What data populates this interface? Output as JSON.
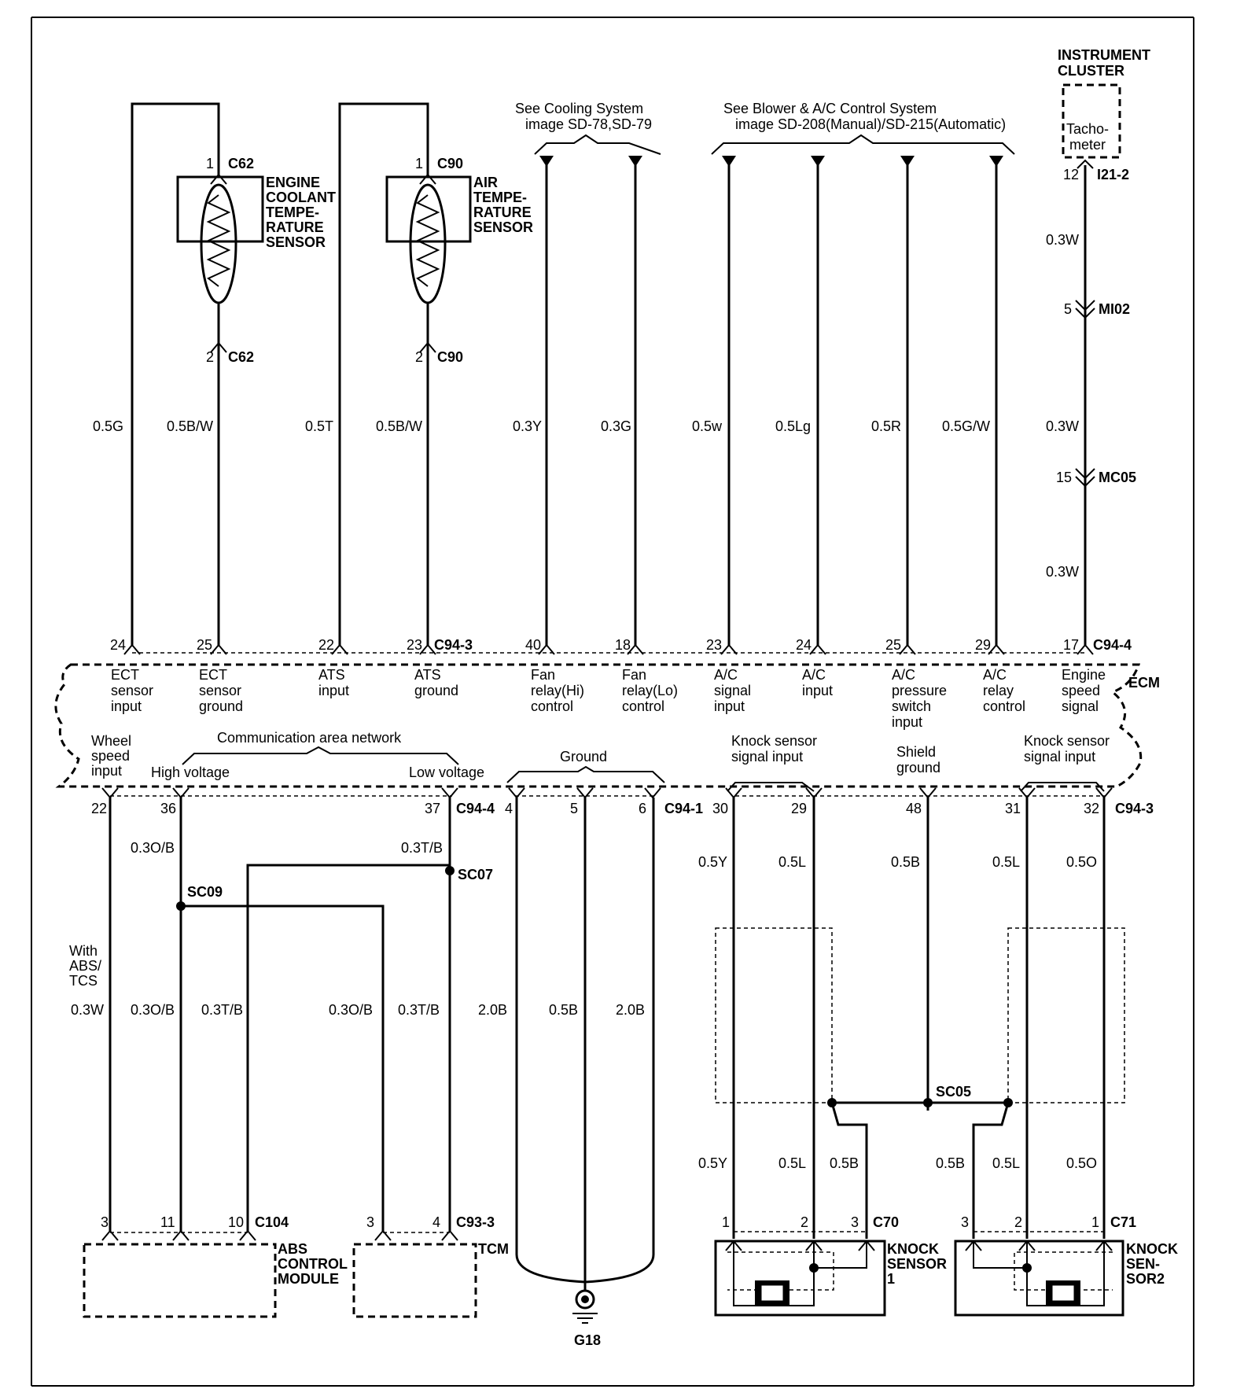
{
  "notes": {
    "cooling_line1": "See Cooling System",
    "cooling_line2": "image SD-78,SD-79",
    "blower_line1": "See Blower & A/C Control System",
    "blower_line2": "image SD-208(Manual)/SD-215(Automatic)"
  },
  "instrument_cluster": {
    "title1": "INSTRUMENT",
    "title2": "CLUSTER",
    "tach1": "Tacho-",
    "tach2": "meter",
    "pin": "12",
    "conn": "I21-2"
  },
  "ect_sensor": {
    "pin1": "1",
    "conn1": "C62",
    "pin2": "2",
    "conn2": "C62",
    "name": [
      "ENGINE",
      "COOLANT",
      "TEMPE-",
      "RATURE",
      "SENSOR"
    ]
  },
  "ats_sensor": {
    "pin1": "1",
    "conn1": "C90",
    "pin2": "2",
    "conn2": "C90",
    "name": [
      "AIR",
      "TEMPE-",
      "RATURE",
      "SENSOR"
    ]
  },
  "wires_top": {
    "w1": "0.5G",
    "w2": "0.5B/W",
    "w3": "0.5T",
    "w4": "0.5B/W",
    "w5": "0.3Y",
    "w6": "0.3G",
    "w7": "0.5w",
    "w8": "0.5Lg",
    "w9": "0.5R",
    "w10": "0.5G/W",
    "w11a": "0.3W",
    "w11b": "0.3W",
    "w11c": "0.3W"
  },
  "tach_connectors": {
    "mi02_pin": "5",
    "mi02": "MI02",
    "mc05_pin": "15",
    "mc05": "MC05"
  },
  "ecm_top_pins": {
    "p1": "24",
    "p2": "25",
    "p3": "22",
    "p4": "23",
    "c943": "C94-3",
    "p5": "40",
    "p6": "18",
    "p7": "23",
    "p8": "24",
    "p9": "25",
    "p10": "29",
    "p11": "17",
    "c944": "C94-4"
  },
  "ecm": {
    "label": "ECM",
    "ect_input": [
      "ECT",
      "sensor",
      "input"
    ],
    "ect_ground": [
      "ECT",
      "sensor",
      "ground"
    ],
    "ats_input": [
      "ATS",
      "input"
    ],
    "ats_ground": [
      "ATS",
      "ground"
    ],
    "fan_hi": [
      "Fan",
      "relay(Hi)",
      "control"
    ],
    "fan_lo": [
      "Fan",
      "relay(Lo)",
      "control"
    ],
    "ac_signal": [
      "A/C",
      "signal",
      "input"
    ],
    "ac_input": [
      "A/C",
      "input"
    ],
    "ac_pressure": [
      "A/C",
      "pressure",
      "switch",
      "input"
    ],
    "ac_relay": [
      "A/C",
      "relay",
      "control"
    ],
    "engine_speed": [
      "Engine",
      "speed",
      "signal"
    ],
    "wheel_speed": [
      "Wheel",
      "speed",
      "input"
    ],
    "can": "Communication area network",
    "high_voltage": "High voltage",
    "low_voltage": "Low voltage",
    "ground": "Ground",
    "knock1": [
      "Knock sensor",
      "signal input"
    ],
    "shield": [
      "Shield",
      "ground"
    ],
    "knock2": [
      "Knock sensor",
      "signal input"
    ]
  },
  "ecm_bottom_pins": {
    "p22": "22",
    "p36": "36",
    "p37": "37",
    "c944": "C94-4",
    "p4": "4",
    "p5": "5",
    "p6": "6",
    "c941": "C94-1",
    "p30": "30",
    "p29": "29",
    "p48": "48",
    "p31": "31",
    "p32": "32",
    "c943": "C94-3"
  },
  "wires_bottom": {
    "can_hi": "0.3O/B",
    "can_lo": "0.3T/B",
    "sc09": "SC09",
    "sc07": "SC07",
    "abs_note": [
      "With",
      "ABS/",
      "TCS"
    ],
    "ws": "0.3W",
    "l2": "0.3O/B",
    "l3": "0.3T/B",
    "l4": "0.3O/B",
    "l5": "0.3T/B",
    "g1": "2.0B",
    "g2": "0.5B",
    "g3": "2.0B",
    "k1": "0.5Y",
    "k2": "0.5L",
    "k3": "0.5B",
    "k4": "0.5L",
    "k5": "0.5O",
    "sc05": "SC05",
    "k1b": "0.5Y",
    "k2b": "0.5L",
    "k3b": "0.5B",
    "k4b": "0.5B",
    "k5b": "0.5L",
    "k6b": "0.5O"
  },
  "modules": {
    "abs_pins": [
      "3",
      "11",
      "10"
    ],
    "abs_conn": "C104",
    "abs_name": [
      "ABS",
      "CONTROL",
      "MODULE"
    ],
    "tcm_pins": [
      "3",
      "4"
    ],
    "tcm_conn": "C93-3",
    "tcm_name": "TCM",
    "g18": "G18",
    "ks1_pins": [
      "1",
      "2",
      "3"
    ],
    "ks1_conn": "C70",
    "ks1_name": [
      "KNOCK",
      "SENSOR",
      "1"
    ],
    "ks2_pins": [
      "3",
      "2",
      "1"
    ],
    "ks2_conn": "C71",
    "ks2_name": [
      "KNOCK",
      "SEN-",
      "SOR2"
    ]
  }
}
